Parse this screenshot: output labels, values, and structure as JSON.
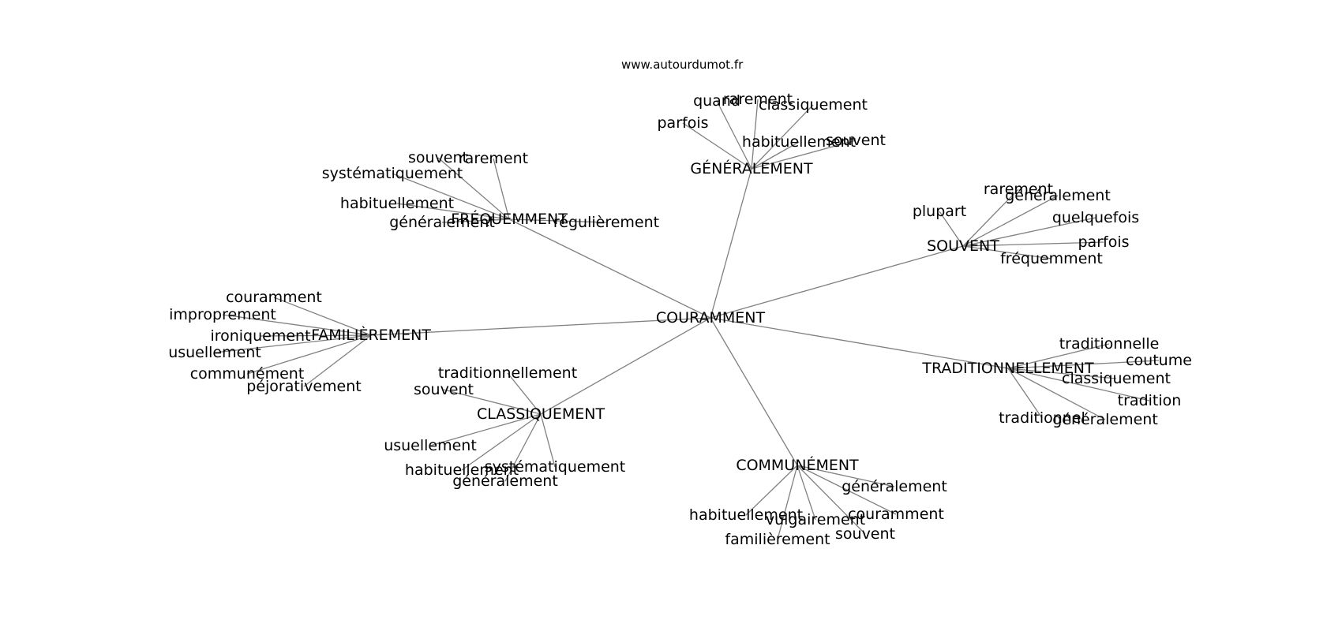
{
  "site": "www.autourdumot.fr",
  "center": "COURAMMENT",
  "groups": [
    {
      "hub": "GÉNÉRALEMENT",
      "leaves": [
        "quand",
        "rarement",
        "classiquement",
        "parfois",
        "habituellement",
        "souvent"
      ]
    },
    {
      "hub": "FRÉQUEMMENT",
      "leaves": [
        "souvent",
        "rarement",
        "systématiquement",
        "habituellement",
        "généralement",
        "régulièrement"
      ]
    },
    {
      "hub": "SOUVENT",
      "leaves": [
        "rarement",
        "généralement",
        "plupart",
        "quelquefois",
        "parfois",
        "fréquemment"
      ]
    },
    {
      "hub": "FAMILIÈREMENT",
      "leaves": [
        "couramment",
        "improprement",
        "ironiquement",
        "usuellement",
        "communément",
        "péjorativement"
      ]
    },
    {
      "hub": "TRADITIONNELLEMENT",
      "leaves": [
        "traditionnelle",
        "coutume",
        "classiquement",
        "tradition",
        "traditionnel",
        "généralement"
      ]
    },
    {
      "hub": "CLASSIQUEMENT",
      "leaves": [
        "traditionnellement",
        "souvent",
        "usuellement",
        "habituellement",
        "systématiquement",
        "généralement"
      ]
    },
    {
      "hub": "COMMUNÉMENT",
      "leaves": [
        "généralement",
        "couramment",
        "habituellement",
        "vulgairement",
        "souvent",
        "familièrement"
      ]
    }
  ]
}
